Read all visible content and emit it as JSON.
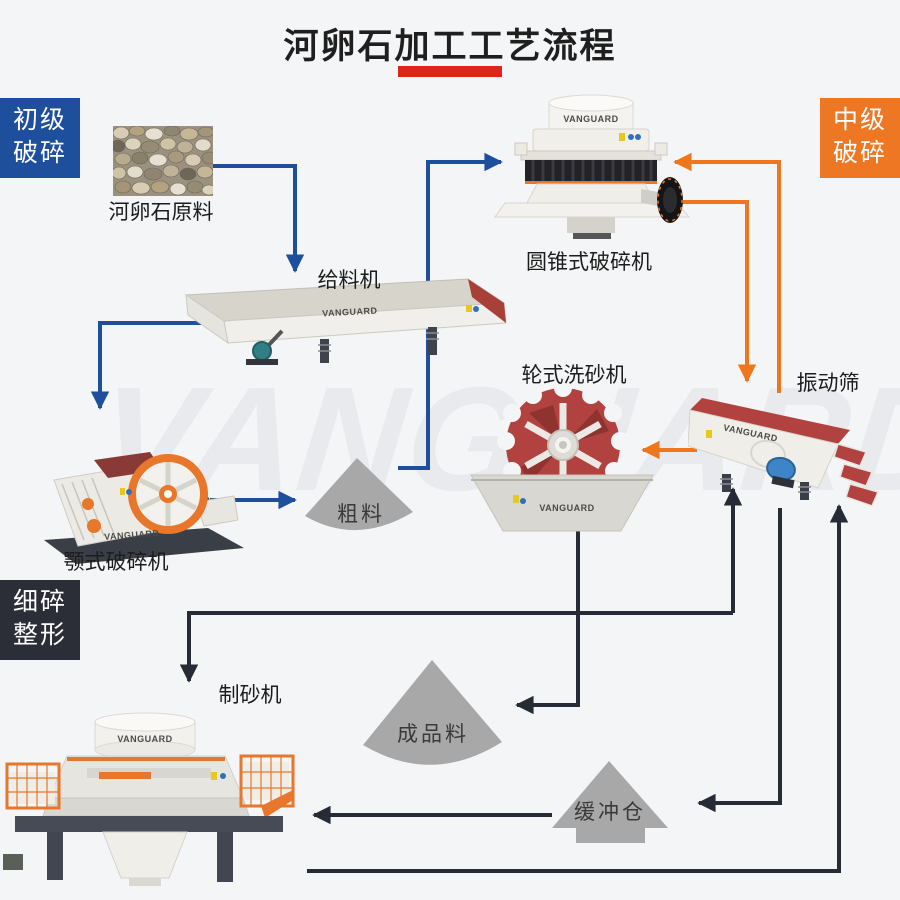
{
  "title": {
    "text": "河卵石加工工艺流程"
  },
  "watermark": "VANGUARD",
  "brand": "VANGUARD",
  "stages": [
    {
      "id": "primary-crushing",
      "lines": [
        "初级",
        "破碎"
      ],
      "color": "#1e4f9d"
    },
    {
      "id": "medium-crushing",
      "lines": [
        "中级",
        "破碎"
      ],
      "color": "#ed7723"
    },
    {
      "id": "fine-crushing-shaping",
      "lines": [
        "细碎",
        "整形"
      ],
      "color": "#2b2d37"
    }
  ],
  "nodes": {
    "raw_material": {
      "label": "河卵石原料"
    },
    "feeder": {
      "label": "给料机"
    },
    "jaw_crusher": {
      "label": "颚式破碎机"
    },
    "cone_crusher": {
      "label": "圆锥式破碎机"
    },
    "sand_washer": {
      "label": "轮式洗砂机"
    },
    "vibrating_screen": {
      "label": "振动筛"
    },
    "sand_maker": {
      "label": "制砂机"
    },
    "coarse_material": {
      "label": "粗料"
    },
    "finished_material": {
      "label": "成品料"
    },
    "buffer_bin": {
      "label": "缓冲仓"
    }
  },
  "flow_edges": [
    {
      "from": "河卵石原料",
      "to": "给料机",
      "color": "blue"
    },
    {
      "from": "给料机",
      "to": "颚式破碎机",
      "color": "blue"
    },
    {
      "from": "颚式破碎机",
      "to": "粗料",
      "color": "blue"
    },
    {
      "from": "粗料",
      "to": "圆锥式破碎机",
      "color": "blue"
    },
    {
      "from": "圆锥式破碎机",
      "to": "振动筛",
      "color": "orange"
    },
    {
      "from": "振动筛",
      "to": "圆锥式破碎机",
      "color": "orange"
    },
    {
      "from": "振动筛",
      "to": "轮式洗砂机",
      "color": "orange"
    },
    {
      "from": "轮式洗砂机",
      "to": "成品料",
      "color": "dark"
    },
    {
      "from": "振动筛",
      "to": "制砂机",
      "color": "dark"
    },
    {
      "from": "制砂机",
      "to": "振动筛",
      "color": "dark"
    },
    {
      "from": "振动筛",
      "to": "缓冲仓",
      "color": "dark"
    },
    {
      "from": "缓冲仓",
      "to": "制砂机",
      "color": "dark"
    }
  ],
  "colors": {
    "accent_red": "#df2418",
    "primary_blue": "#1e4f9d",
    "medium_orange": "#ed7723",
    "dark_line": "#272b35",
    "shape_gray": "#a8a8a8",
    "background": "#f4f5f6"
  }
}
